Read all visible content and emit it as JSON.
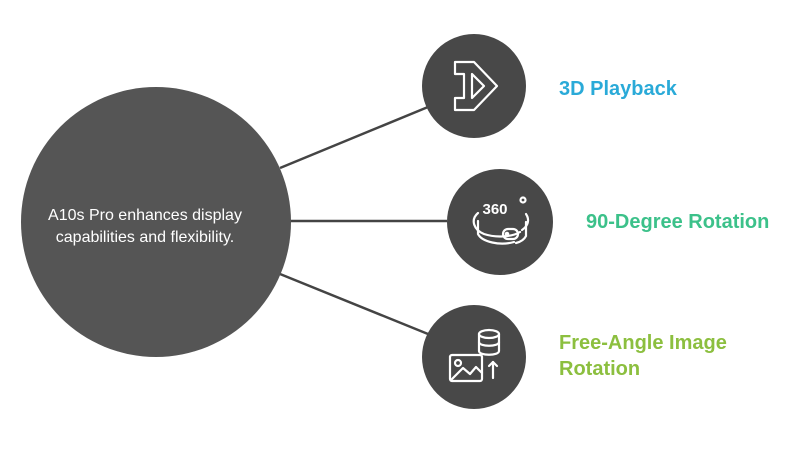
{
  "center": {
    "text": "A10s Pro enhances display capabilities and flexibility.",
    "color": "#555555"
  },
  "branches": [
    {
      "label": "3D Playback",
      "color": "#2aaad8",
      "icon": "3d-playback-icon"
    },
    {
      "label": "90-Degree Rotation",
      "color": "#3cc18a",
      "icon": "360-rotation-icon"
    },
    {
      "label": "Free-Angle Image Rotation",
      "color": "#8cbf3f",
      "icon": "image-database-icon"
    }
  ],
  "icons": {
    "rotation_text": "360"
  },
  "node_color": "#484848",
  "line_color": "#444444"
}
